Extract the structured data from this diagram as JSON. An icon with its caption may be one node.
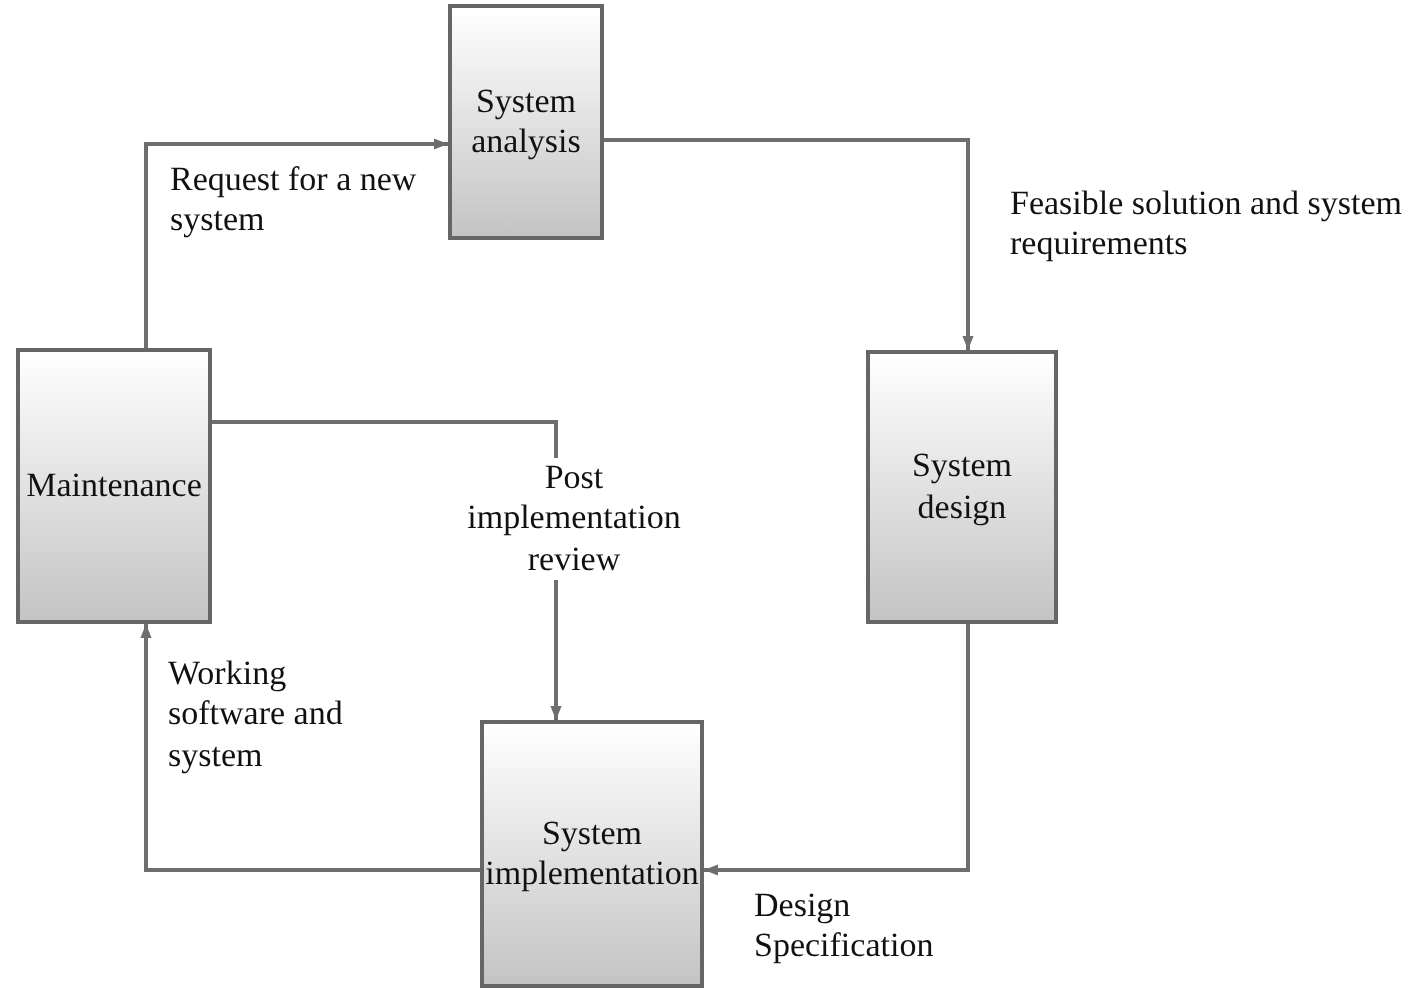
{
  "diagram": {
    "nodes": [
      {
        "text": [
          "System analysis"
        ]
      },
      {
        "text": [
          "System design"
        ]
      },
      {
        "text": [
          "System implementation"
        ]
      },
      {
        "text": [
          "Maintenance"
        ]
      }
    ],
    "edges": [
      {
        "from": 3,
        "to": 0,
        "arrow": "to",
        "label": "Request for a new system"
      },
      {
        "from": 0,
        "to": 1,
        "arrow": "to",
        "label": "Feasible solution and system requirements"
      },
      {
        "from": 1,
        "to": 2,
        "arrow": "to",
        "label": "Design Specification"
      },
      {
        "from": 2,
        "to": 3,
        "arrow": "to",
        "label": "Working software and system"
      },
      {
        "from": 3,
        "to": 2,
        "arrow": "to",
        "label": "Post implementation review"
      }
    ]
  }
}
